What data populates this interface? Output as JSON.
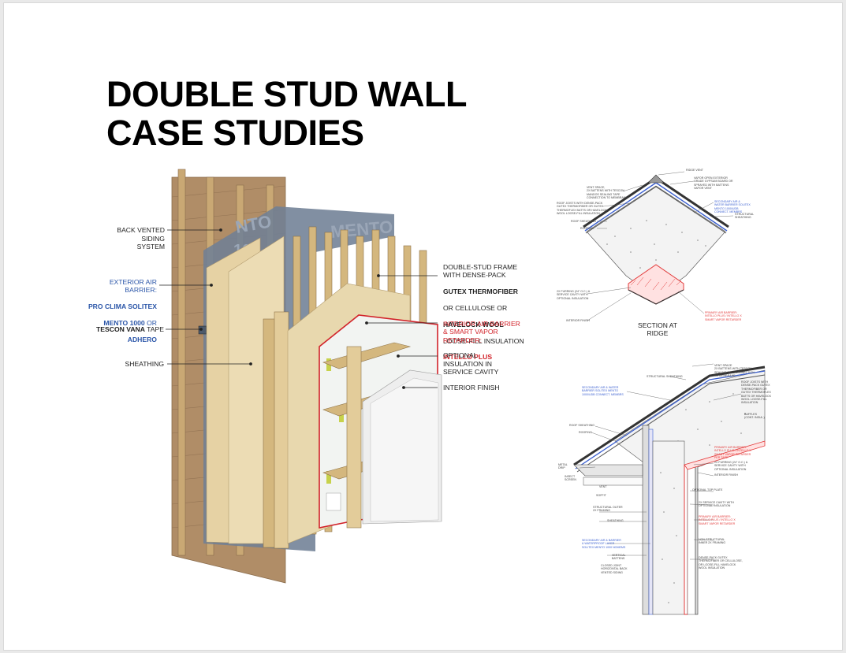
{
  "title": {
    "line1": "DOUBLE STUD WALL",
    "line2": "CASE STUDIES"
  },
  "wall_labels": {
    "back_vented": "BACK VENTED\nSIDING SYSTEM",
    "ext_barrier_1": "EXTERIOR AIR BARRIER:",
    "ext_barrier_2": "PRO CLIMA SOLITEX",
    "ext_barrier_3": "MENTO 1000",
    "ext_barrier_or": " OR",
    "ext_barrier_4": "ADHERO",
    "tescon": "TESCON VANA",
    "tescon_tape": " TAPE",
    "sheathing": "SHEATHING",
    "frame_1": "DOUBLE-STUD FRAME\nWITH DENSE-PACK",
    "frame_2": "GUTEX THERMOFIBER",
    "frame_3": "OR CELLULOSE OR",
    "frame_4": "HAVELOCK WOOL",
    "frame_5": "LOOSE-FILL INSULATION",
    "interior_barrier_1": "INTERIOR AIR BARRIER\n& SMART VAPOR\nRETARDER:",
    "interior_barrier_2": "INTELLO PLUS",
    "optional_insulation": "OPTIONAL\nINSULATION IN\nSERVICE CAVITY",
    "interior_finish": "INTERIOR FINISH"
  },
  "ridge_section": {
    "title": "SECTION AT\nRIDGE",
    "labels": {
      "ridge_vent": "RIDGE VENT",
      "vent_space": "VENT SPACE,\n2X BATTENS WITH TESCON\nMANDOS SEALING TAPE\nCONNECTION TO MEMBRANE",
      "vapor_open": "VAPOR OPEN EXTERIOR\nGRADE GYPSUM BOARD OR\nSPRAYED WITH BATTENS\nVAPOR VENT",
      "roof_joists": "ROOF JOISTS WITH DENSE-PACK\nGUTEX THERMOFIBER OR GUTEX\nTHERMOFLEX BATTS OR HAVELOCK\nWOOL LOOSE-FILL INSULATION",
      "secondary": "SECONDARY AIR &\nWATER BARRIER SOLITEX\nMENTO 1000/UDB\nCONNECT. MEMBRS",
      "structural_sheathing": "STRUCTURAL\nSHEATHING",
      "roof_sheathing": "ROOF SHEATHING",
      "roofing": "ROOFING",
      "furring": "2X FURRING (24\" O.C.) &\nSERVICE CAVITY WITH\nOPTIONAL INSULATION",
      "interior_finish": "INTERIOR FINISH",
      "primary": "PRIMARY AIR BARRIER:\nINTELLO PLUS / INTELLO X\nSMART VAPOR RETARDER"
    }
  },
  "eave_section": {
    "labels": {
      "structural_sheathing": "STRUCTURAL SHEATHING",
      "vent_space": "VENT SPACE\n2X BATTENS WITH TESCON\nSEALING TAPE CONNECTION\nTO MEMBRANE",
      "secondary": "SECONDARY AIR & WATER\nBARRIER SOLITEX MENTO\n1000/UDB CONNECT. MEMBRS",
      "roof_joists": "ROOF JOISTS WITH\nDENSE-PACK GUTEX\nTHERMOFIBER OR\nGUTEX THERMOFLEX\nBATTS OR HAVELOCK\nWOOL LOOSE-FILL\nINSULATION",
      "baffles": "BAFFLES\n(CONT. INSUL.)",
      "roof_sheathing": "ROOF SHEATHING",
      "roofing": "ROOFING",
      "primary": "PRIMARY AIR BARRIER:\nINTELLO PLUS / INTELLO X\nSMART VAPOR RETARDER\nPER TAPE",
      "furring": "2X FURRING (24\" O.C.) &\nSERVICE CAVITY WITH\nOPTIONAL INSULATION",
      "interior_finish": "INTERIOR FINISH",
      "metal_drip": "METAL\nDRIP",
      "insect": "INSECT\nSCREEN",
      "top_plate": "OPTIONAL TOP PLATE",
      "vent": "VENT",
      "soffit": "SOFFIT",
      "service_cavity": "2X SERVICE CAVITY WITH\nOPTIONAL INSULATION",
      "struct_outer": "STRUCTURAL OUTER\n2X FRAMING",
      "primary2": "PRIMARY AIR BARRIER:\nINTELLO PLUS / INTELLO X\nSMART VAPOR RETARDER",
      "sheathing": "SHEATHING",
      "non_structural": "NON-STRUCTURAL\nINNER 2X FRAMING",
      "secondary2": "SECONDARY AIR & BARRIER\n& WATERPROOF LAYER\nSOLITEX MENTO 1000 NOMEMS",
      "vertical": "VERTICAL\nBATTENS",
      "dense_pack": "DENSE-PACK GUTEX\nTHERMOFIBER OR CELLULOSE,\nOR LOOSE-FILL HAVELOCK\nWOOL INSULATION",
      "closed_joint": "CLOSED JOINT\nHORIZONTAL BACK\nVENTED SIDING"
    }
  },
  "colors": {
    "wood_light": "#e6d2a4",
    "wood_mid": "#d4b77e",
    "siding": "#b08d67",
    "membrane_blue": "#6f7f95",
    "interior_membrane": "#f2f4f2",
    "red_accent": "#d2232a",
    "blue_accent": "#2a55a8"
  }
}
